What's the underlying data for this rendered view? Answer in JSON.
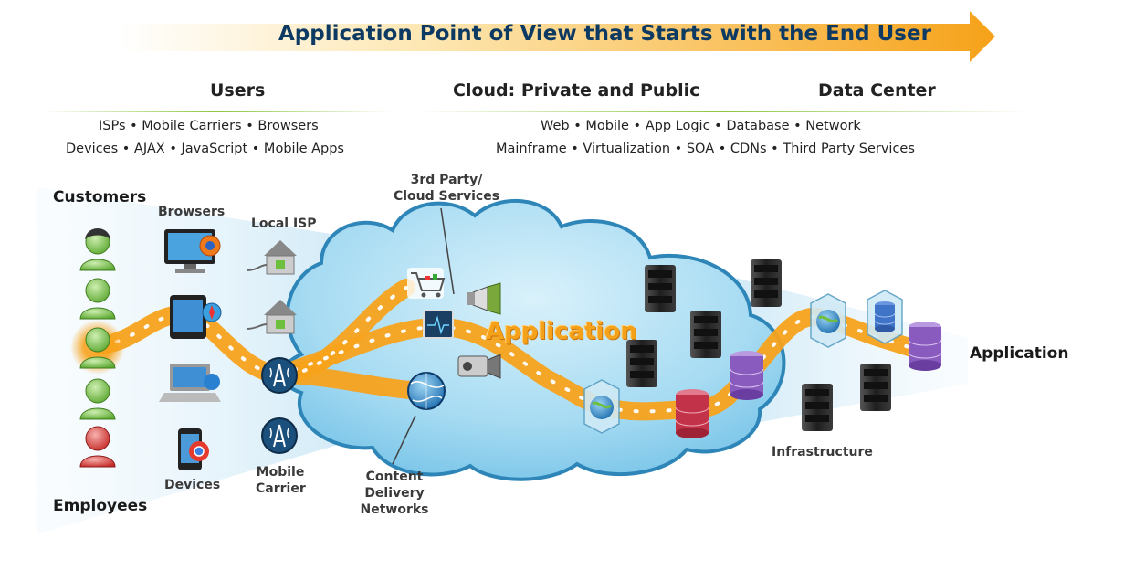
{
  "banner": {
    "title": "Application Point of View that Starts with the End User",
    "color": "#f7a21b"
  },
  "sections": {
    "users": {
      "title": "Users",
      "line1": "ISPs  •  Mobile Carriers  •  Browsers",
      "line2": "Devices  •  AJAX  •  JavaScript  •  Mobile Apps"
    },
    "cloud": {
      "title": "Cloud: Private and Public"
    },
    "datacenter": {
      "title": "Data Center"
    },
    "cloud_tags": {
      "line1": "Web  •  Mobile  •  App Logic  •  Database  •  Network",
      "line2": "Mainframe  •  Virtualization  •  SOA  •  CDNs  •  Third Party Services"
    }
  },
  "labels": {
    "customers": "Customers",
    "employees": "Employees",
    "browsers": "Browsers",
    "local_isp": "Local ISP",
    "devices": "Devices",
    "mobile_carrier_1": "Mobile",
    "mobile_carrier_2": "Carrier",
    "third_party_1": "3rd Party/",
    "third_party_2": "Cloud Services",
    "cdn_1": "Content",
    "cdn_2": "Delivery",
    "cdn_3": "Networks",
    "application_cloud": "Application",
    "application_right": "Application",
    "infrastructure": "Infrastructure"
  },
  "colors": {
    "flow": "#f7a21b",
    "cloud": "#8fd0ee",
    "cloud_edge": "#2e86b8",
    "user_green": "#6cbf3f",
    "user_red": "#d63a36",
    "server": "#2a2a2a",
    "db_red": "#c2334a",
    "db_purple": "#8a5bbf",
    "db_blue": "#3f74c9",
    "accent_line": "#8cc63f"
  },
  "icons": [
    "user-icon",
    "monitor-icon",
    "tablet-icon",
    "laptop-icon",
    "phone-icon",
    "house-icon",
    "antenna-icon",
    "cart-icon",
    "megaphone-icon",
    "monitor-pulse-icon",
    "camera-icon",
    "globe-icon",
    "server-icon",
    "database-icon",
    "cube-globe-icon"
  ]
}
